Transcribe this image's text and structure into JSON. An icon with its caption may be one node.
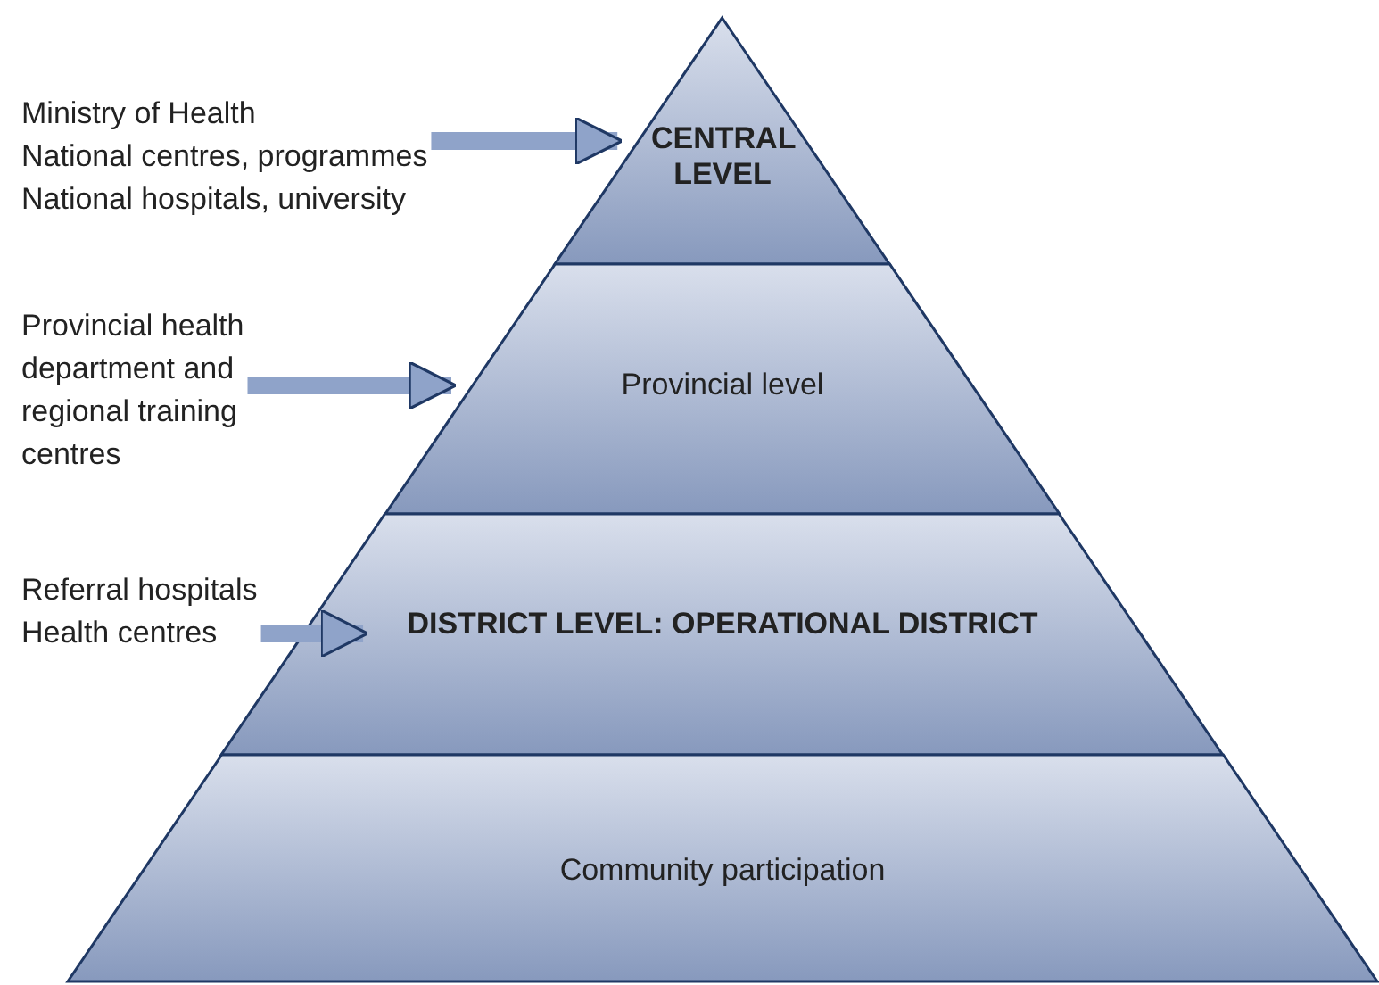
{
  "diagram": {
    "nodes": [
      {
        "text": [
          "Ministry of Health",
          "National centres, programmes",
          "National hospitals, university"
        ]
      },
      {
        "text": [
          "CENTRAL LEVEL"
        ]
      },
      {
        "text": [
          "Provincial health department and regional training centres"
        ]
      },
      {
        "text": [
          "Provincial level"
        ]
      },
      {
        "text": [
          "Referral hospitals Health centres"
        ]
      },
      {
        "text": [
          "DISTRICT LEVEL: OPERATIONAL DISTRICT"
        ]
      },
      {
        "text": [
          "Community participation"
        ]
      }
    ],
    "edges": [
      {
        "from": 0,
        "to": 1,
        "arrow": "to"
      },
      {
        "from": 2,
        "to": 3,
        "arrow": "to"
      },
      {
        "from": 4,
        "to": 5,
        "arrow": "to"
      }
    ]
  }
}
